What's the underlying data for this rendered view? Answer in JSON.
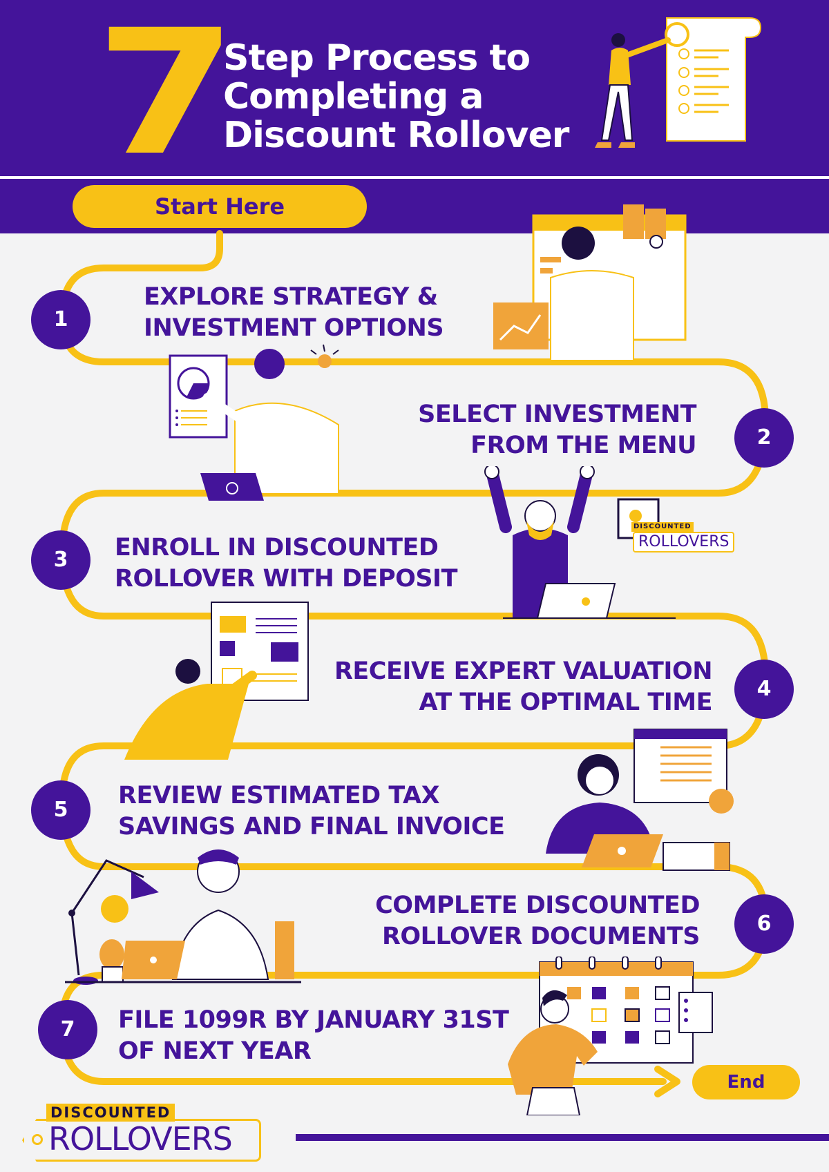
{
  "header": {
    "big_number": "7",
    "title_lines": [
      "Step Process to",
      "Completing a",
      "Discount Rollover"
    ]
  },
  "start_label": "Start Here",
  "end_label": "End",
  "steps": [
    {
      "number": "1",
      "lines": [
        "EXPLORE STRATEGY &",
        "INVESTMENT OPTIONS"
      ]
    },
    {
      "number": "2",
      "lines": [
        "SELECT INVESTMENT",
        "FROM THE MENU"
      ]
    },
    {
      "number": "3",
      "lines": [
        "ENROLL IN DISCOUNTED",
        "ROLLOVER WITH DEPOSIT"
      ]
    },
    {
      "number": "4",
      "lines": [
        "RECEIVE EXPERT VALUATION",
        "AT THE OPTIMAL TIME"
      ]
    },
    {
      "number": "5",
      "lines": [
        "REVIEW ESTIMATED TAX",
        "SAVINGS AND FINAL INVOICE"
      ]
    },
    {
      "number": "6",
      "lines": [
        "COMPLETE DISCOUNTED",
        "ROLLOVER DOCUMENTS"
      ]
    },
    {
      "number": "7",
      "lines": [
        "FILE 1099R BY JANUARY 31ST",
        "OF NEXT YEAR"
      ]
    }
  ],
  "logo": {
    "top_text": "DISCOUNTED",
    "main_text": "ROLLOVERS"
  },
  "badge": {
    "top_text": "DISCOUNTED",
    "main_text": "ROLLOVERS"
  },
  "colors": {
    "purple": "#44149a",
    "yellow": "#f8c116",
    "orange": "#f0a43a",
    "background": "#f3f3f4"
  }
}
